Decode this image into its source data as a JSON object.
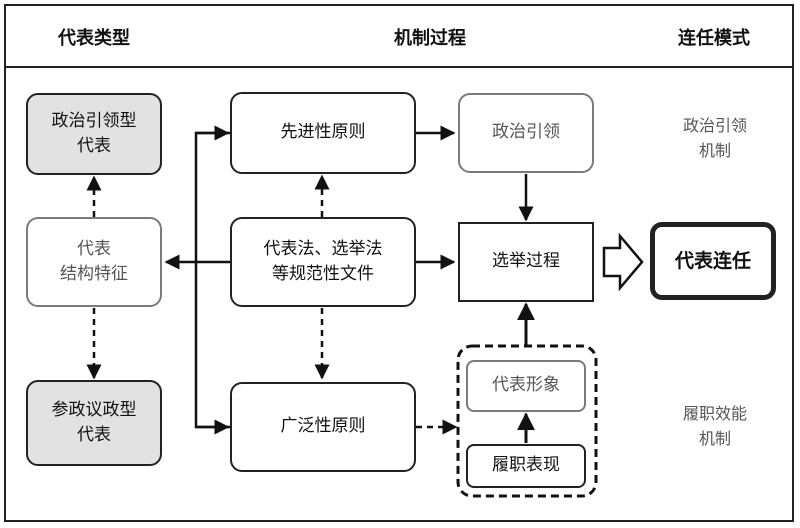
{
  "headers": {
    "types": "代表类型",
    "process": "机制过程",
    "mode": "连任模式"
  },
  "left": {
    "political_rep": [
      "政治引领型",
      "代表"
    ],
    "structure": [
      "代表",
      "结构特征"
    ],
    "deliberative_rep": [
      "参政议政型",
      "代表"
    ]
  },
  "middle": {
    "advanced": "先进性原则",
    "laws": [
      "代表法、选举法",
      "等规范性文件"
    ],
    "broad": "广泛性原则"
  },
  "right": {
    "political_lead": "政治引领",
    "election": "选举过程",
    "image": "代表形象",
    "performance": "履职表现"
  },
  "result": "代表连任",
  "mechanisms": {
    "political": [
      "政治引领",
      "机制"
    ],
    "performance": [
      "履职效能",
      "机制"
    ]
  }
}
